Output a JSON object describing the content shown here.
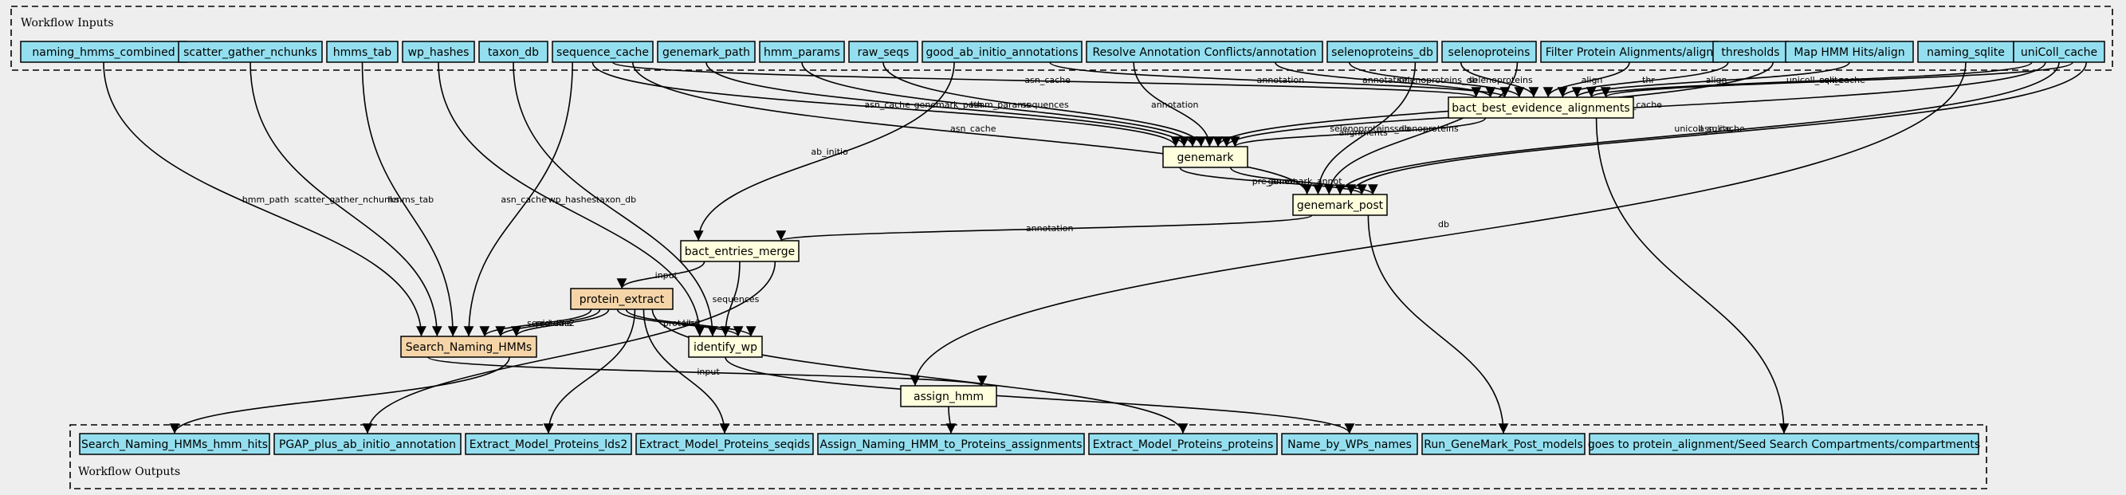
{
  "clusters": {
    "inputs": "Workflow Inputs",
    "outputs": "Workflow Outputs"
  },
  "colors": {
    "input": "#94dfef",
    "output": "#94dfef",
    "step": "#ffffdd",
    "subworkflow": "#f5d5a8",
    "background": "#eeeeee"
  },
  "nodes": [
    {
      "id": "naming_hmms_combined",
      "label": "naming_hmms_combined",
      "kind": "input"
    },
    {
      "id": "scatter_gather_nchunks",
      "label": "scatter_gather_nchunks",
      "kind": "input"
    },
    {
      "id": "hmms_tab",
      "label": "hmms_tab",
      "kind": "input"
    },
    {
      "id": "wp_hashes",
      "label": "wp_hashes",
      "kind": "input"
    },
    {
      "id": "taxon_db",
      "label": "taxon_db",
      "kind": "input"
    },
    {
      "id": "sequence_cache",
      "label": "sequence_cache",
      "kind": "input"
    },
    {
      "id": "genemark_path",
      "label": "genemark_path",
      "kind": "input"
    },
    {
      "id": "hmm_params",
      "label": "hmm_params",
      "kind": "input"
    },
    {
      "id": "raw_seqs",
      "label": "raw_seqs",
      "kind": "input"
    },
    {
      "id": "good_ab_initio",
      "label": "good_ab_initio_annotations",
      "kind": "input"
    },
    {
      "id": "resolve_conflicts",
      "label": "Resolve Annotation Conflicts/annotation",
      "kind": "input"
    },
    {
      "id": "selenoproteins_db",
      "label": "selenoproteins_db",
      "kind": "input"
    },
    {
      "id": "selenoproteins",
      "label": "selenoproteins",
      "kind": "input"
    },
    {
      "id": "filter_align",
      "label": "Filter Protein Alignments/align",
      "kind": "input"
    },
    {
      "id": "thresholds",
      "label": "thresholds",
      "kind": "input"
    },
    {
      "id": "map_hmm_align",
      "label": "Map HMM Hits/align",
      "kind": "input"
    },
    {
      "id": "naming_sqlite",
      "label": "naming_sqlite",
      "kind": "input"
    },
    {
      "id": "unicoll_cache",
      "label": "uniColl_cache",
      "kind": "input"
    },
    {
      "id": "bact_best",
      "label": "bact_best_evidence_alignments",
      "kind": "step"
    },
    {
      "id": "genemark",
      "label": "genemark",
      "kind": "step"
    },
    {
      "id": "genemark_post",
      "label": "genemark_post",
      "kind": "step"
    },
    {
      "id": "bact_entries_merge",
      "label": "bact_entries_merge",
      "kind": "step"
    },
    {
      "id": "protein_extract",
      "label": "protein_extract",
      "kind": "subworkflow"
    },
    {
      "id": "search_naming",
      "label": "Search_Naming_HMMs",
      "kind": "subworkflow"
    },
    {
      "id": "identify_wp",
      "label": "identify_wp",
      "kind": "step"
    },
    {
      "id": "assign_hmm",
      "label": "assign_hmm",
      "kind": "step"
    },
    {
      "id": "out_hmm_hits",
      "label": "Search_Naming_HMMs_hmm_hits",
      "kind": "output"
    },
    {
      "id": "out_pgap",
      "label": "PGAP_plus_ab_initio_annotation",
      "kind": "output"
    },
    {
      "id": "out_lds2",
      "label": "Extract_Model_Proteins_lds2",
      "kind": "output"
    },
    {
      "id": "out_seqids",
      "label": "Extract_Model_Proteins_seqids",
      "kind": "output"
    },
    {
      "id": "out_assign",
      "label": "Assign_Naming_HMM_to_Proteins_assignments",
      "kind": "output"
    },
    {
      "id": "out_proteins",
      "label": "Extract_Model_Proteins_proteins",
      "kind": "output"
    },
    {
      "id": "out_wp_names",
      "label": "Name_by_WPs_names",
      "kind": "output"
    },
    {
      "id": "out_genemark_models",
      "label": "Run_GeneMark_Post_models",
      "kind": "output"
    },
    {
      "id": "out_compartments",
      "label": "goes to protein_alignment/Seed Search Compartments/compartments",
      "kind": "output"
    }
  ],
  "edges": [
    {
      "from": "naming_hmms_combined",
      "to": "search_naming",
      "label": "hmm_path"
    },
    {
      "from": "scatter_gather_nchunks",
      "to": "search_naming",
      "label": "scatter_gather_nchunks"
    },
    {
      "from": "hmms_tab",
      "to": "search_naming",
      "label": "hmms_tab"
    },
    {
      "from": "wp_hashes",
      "to": "identify_wp",
      "label": "wp_hashes"
    },
    {
      "from": "taxon_db",
      "to": "identify_wp",
      "label": "taxon_db"
    },
    {
      "from": "sequence_cache",
      "to": "search_naming",
      "label": "asn_cache"
    },
    {
      "from": "sequence_cache",
      "to": "genemark",
      "label": "asn_cache"
    },
    {
      "from": "sequence_cache",
      "to": "bact_best",
      "label": "asn_cache"
    },
    {
      "from": "sequence_cache",
      "to": "genemark_post",
      "label": "asn_cache"
    },
    {
      "from": "genemark_path",
      "to": "genemark",
      "label": "genemark_path"
    },
    {
      "from": "hmm_params",
      "to": "genemark",
      "label": "hmm_params"
    },
    {
      "from": "raw_seqs",
      "to": "genemark",
      "label": "sequences"
    },
    {
      "from": "good_ab_initio",
      "to": "bact_entries_merge",
      "label": "ab_initio"
    },
    {
      "from": "resolve_conflicts",
      "to": "genemark",
      "label": "annotation"
    },
    {
      "from": "resolve_conflicts",
      "to": "bact_best",
      "label": "annotation"
    },
    {
      "from": "good_ab_initio",
      "to": "bact_best",
      "label": "annotation"
    },
    {
      "from": "selenoproteins_db",
      "to": "bact_best",
      "label": "selenoproteins_db"
    },
    {
      "from": "selenoproteins_db",
      "to": "genemark_post",
      "label": "selenoproteins_db"
    },
    {
      "from": "selenoproteins",
      "to": "bact_best",
      "label": "selenoproteins"
    },
    {
      "from": "selenoproteins",
      "to": "genemark_post",
      "label": "selenoproteins"
    },
    {
      "from": "filter_align",
      "to": "bact_best",
      "label": "align"
    },
    {
      "from": "thresholds",
      "to": "bact_best",
      "label": "thr"
    },
    {
      "from": "thresholds",
      "to": "genemark",
      "label": "thr"
    },
    {
      "from": "map_hmm_align",
      "to": "bact_best",
      "label": "align"
    },
    {
      "from": "naming_sqlite",
      "to": "assign_hmm",
      "label": "db"
    },
    {
      "from": "unicoll_cache",
      "to": "bact_best",
      "label": "unicoll_sqlite"
    },
    {
      "from": "unicoll_cache",
      "to": "genemark",
      "label": "asn_cache"
    },
    {
      "from": "unicoll_cache",
      "to": "genemark_post",
      "label": "unicoll_sqlite"
    },
    {
      "from": "unicoll_cache",
      "to": "bact_best",
      "label": "asn_cache"
    },
    {
      "from": "unicoll_cache",
      "to": "genemark_post",
      "label": "asn_cache"
    },
    {
      "from": "bact_best",
      "to": "genemark",
      "label": "alignments"
    },
    {
      "from": "bact_best",
      "to": "out_compartments",
      "label": ""
    },
    {
      "from": "genemark",
      "to": "genemark_post",
      "label": "pre_annot"
    },
    {
      "from": "genemark",
      "to": "genemark_post",
      "label": "genemark_annot"
    },
    {
      "from": "genemark_post",
      "to": "bact_entries_merge",
      "label": "annotation"
    },
    {
      "from": "genemark_post",
      "to": "out_genemark_models",
      "label": ""
    },
    {
      "from": "bact_entries_merge",
      "to": "protein_extract",
      "label": "input"
    },
    {
      "from": "bact_entries_merge",
      "to": "identify_wp",
      "label": "sequences"
    },
    {
      "from": "bact_entries_merge",
      "to": "out_pgap",
      "label": ""
    },
    {
      "from": "protein_extract",
      "to": "search_naming",
      "label": "seqids"
    },
    {
      "from": "protein_extract",
      "to": "search_naming",
      "label": "proteins"
    },
    {
      "from": "protein_extract",
      "to": "search_naming",
      "label": "lds2"
    },
    {
      "from": "protein_extract",
      "to": "identify_wp",
      "label": "proteins"
    },
    {
      "from": "protein_extract",
      "to": "identify_wp",
      "label": "lds2"
    },
    {
      "from": "protein_extract",
      "to": "out_lds2",
      "label": ""
    },
    {
      "from": "protein_extract",
      "to": "out_seqids",
      "label": ""
    },
    {
      "from": "protein_extract",
      "to": "out_proteins",
      "label": ""
    },
    {
      "from": "search_naming",
      "to": "assign_hmm",
      "label": "input"
    },
    {
      "from": "search_naming",
      "to": "out_hmm_hits",
      "label": ""
    },
    {
      "from": "identify_wp",
      "to": "out_wp_names",
      "label": ""
    },
    {
      "from": "assign_hmm",
      "to": "out_assign",
      "label": ""
    }
  ]
}
